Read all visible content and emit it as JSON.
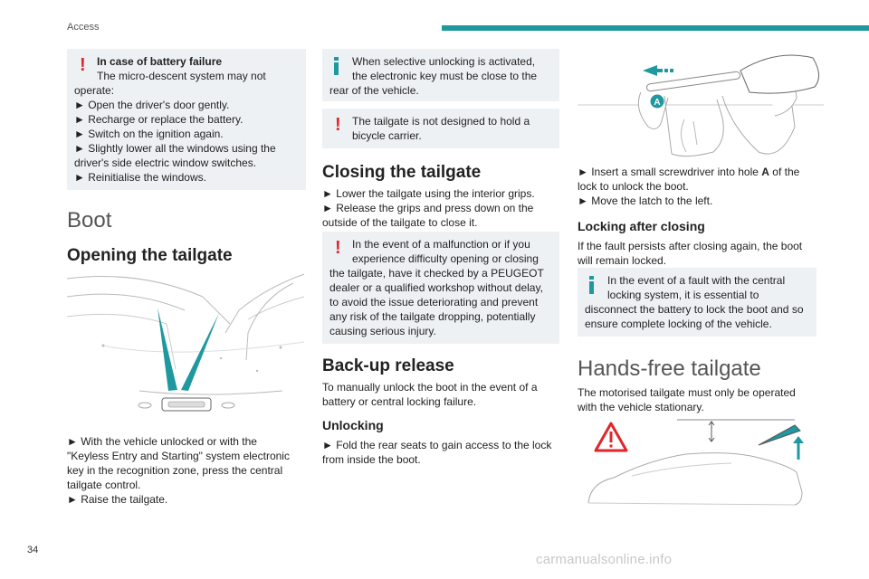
{
  "header": {
    "section": "Access",
    "page_number": "34"
  },
  "watermark": "carmanualsonline.info",
  "battery_box": {
    "title": "In case of battery failure",
    "lines": [
      "The micro-descent system may not",
      "operate:",
      "► Open the driver's door gently.",
      "► Recharge or replace the battery.",
      "► Switch on the ignition again.",
      "► Slightly lower all the windows using the",
      "driver's side electric window switches.",
      "► Reinitialise the windows."
    ]
  },
  "boot": {
    "heading": "Boot",
    "opening_heading": "Opening the tailgate",
    "opening_text": [
      "► With the vehicle unlocked or with the",
      "\"Keyless Entry and Starting\" system electronic",
      "key in the recognition zone, press the central",
      "tailgate control.",
      "► Raise the tailgate."
    ]
  },
  "middle": {
    "info_selective": [
      "When selective unlocking is activated,",
      "the electronic key must be close to the",
      "rear of the vehicle."
    ],
    "warn_bicycle": [
      "The tailgate is not designed to hold a",
      "bicycle carrier."
    ],
    "closing_heading": "Closing the tailgate",
    "closing_text": [
      "► Lower the tailgate using the interior grips.",
      "► Release the grips and press down on the",
      "outside of the tailgate to close it."
    ],
    "warn_malfunction": [
      "In the event of a malfunction or if you",
      "experience difficulty opening or closing",
      "the tailgate, have it checked by a PEUGEOT",
      "dealer or a qualified workshop without delay,",
      "to avoid the issue deteriorating and prevent",
      "any risk of the tailgate dropping, potentially",
      "causing serious injury."
    ],
    "backup_heading": "Back-up release",
    "backup_text": [
      "To manually unlock the boot in the event of a",
      "battery or central locking failure."
    ],
    "unlocking_heading": "Unlocking",
    "unlocking_text": [
      "► Fold the rear seats to gain access to the lock",
      "from inside the boot."
    ]
  },
  "right": {
    "callout_label": "A",
    "screwdriver_text_1a": "► Insert a small screwdriver into hole ",
    "screwdriver_text_1b": "A",
    "screwdriver_text_1c": " of the",
    "screwdriver_text_lines": [
      "lock to unlock the boot.",
      "► Move the latch to the left."
    ],
    "locking_heading": "Locking after closing",
    "locking_text": [
      "If the fault persists after closing again, the boot",
      "will remain locked."
    ],
    "info_central": [
      "In the event of a fault with the central",
      "locking system, it is essential to",
      "disconnect the battery to lock the boot and so",
      "ensure complete locking of the vehicle."
    ],
    "handsfree_heading": "Hands-free tailgate",
    "handsfree_text": [
      "The motorised tailgate must only be operated",
      "with the vehicle stationary."
    ]
  },
  "colors": {
    "accent": "#1f98a0",
    "warning": "#e0262a",
    "box_bg": "#eef1f3"
  },
  "icons": [
    "warning-exclamation-icon",
    "info-icon",
    "warning-triangle-icon"
  ]
}
